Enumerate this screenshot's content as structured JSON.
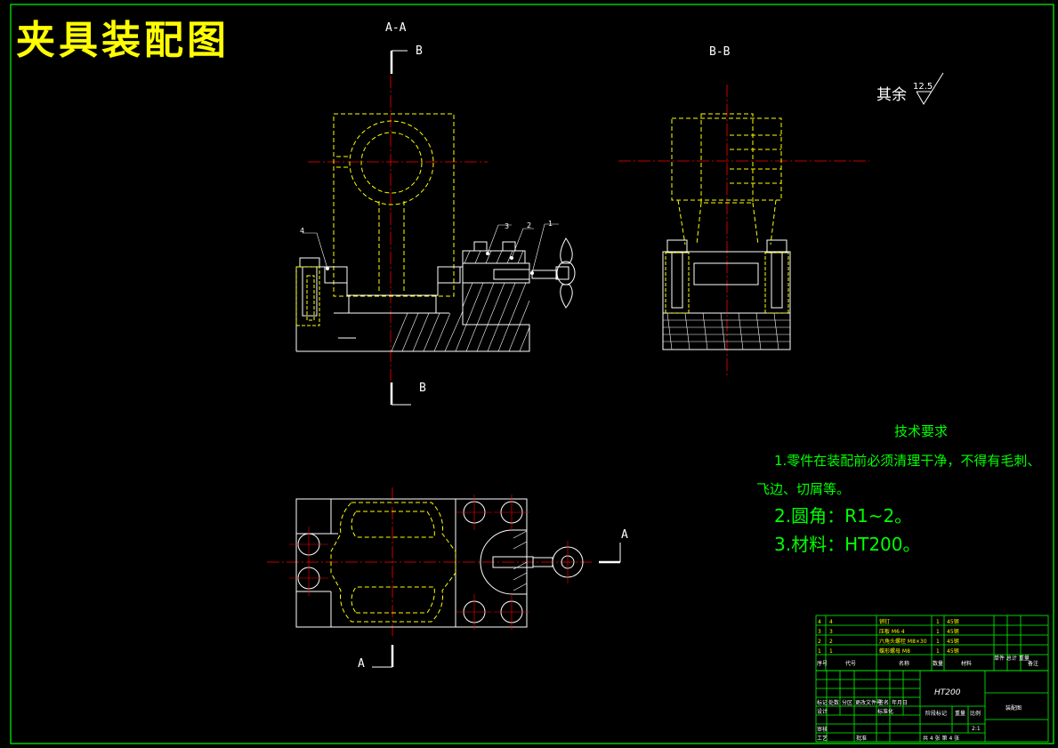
{
  "drawing_title": "夹具装配图",
  "section_labels": {
    "aa": "A-A",
    "bb": "B-B",
    "b_top": "B",
    "b_bottom": "B",
    "a_right": "A",
    "a_left": "A"
  },
  "roughness": {
    "prefix": "其余",
    "value": "12.5"
  },
  "balloons": [
    "1",
    "2",
    "3",
    "4"
  ],
  "tech_requirements": {
    "heading": "技术要求",
    "line1": "1.零件在装配前必须清理干净，不得有毛刺、",
    "line1b": "飞边、切屑等。",
    "line2": "2.圆角：R1~2。",
    "line3": "3.材料：HT200。"
  },
  "bom": {
    "rows": [
      {
        "no": "4",
        "code": "4",
        "name": "销钉",
        "qty": "1",
        "material": "45钢"
      },
      {
        "no": "3",
        "code": "3",
        "name": "压板 M6 4",
        "qty": "1",
        "material": "45钢"
      },
      {
        "no": "2",
        "code": "2",
        "name": "六角头螺栓 M8×30",
        "qty": "1",
        "material": "45钢"
      },
      {
        "no": "1",
        "code": "1",
        "name": "蝶形螺母 M8",
        "qty": "1",
        "material": "45钢"
      }
    ],
    "header": {
      "no": "序号",
      "code": "代号",
      "name": "名称",
      "qty": "数量",
      "material": "材料",
      "weight": "单件 总计 重量",
      "remark": "备注"
    }
  },
  "title_block": {
    "material": "HT200",
    "drawing_name": "装配图",
    "sheet": "共 4 张 第 4 张",
    "scale": "2:1",
    "row_labels": [
      "标记",
      "处数",
      "分区",
      "更改文件号",
      "签名",
      "年月日"
    ],
    "designer": "设计",
    "standard": "标准化",
    "stage": "阶段标记",
    "weight": "重量",
    "ratio": "比例",
    "review": "审核",
    "process": "工艺",
    "approve": "批准"
  },
  "colors": {
    "frame": "#00ff00",
    "part": "#ffffff",
    "hidden": "#ffff00",
    "center": "#ff0000",
    "text_green": "#00ff00",
    "title": "#ffff00"
  }
}
